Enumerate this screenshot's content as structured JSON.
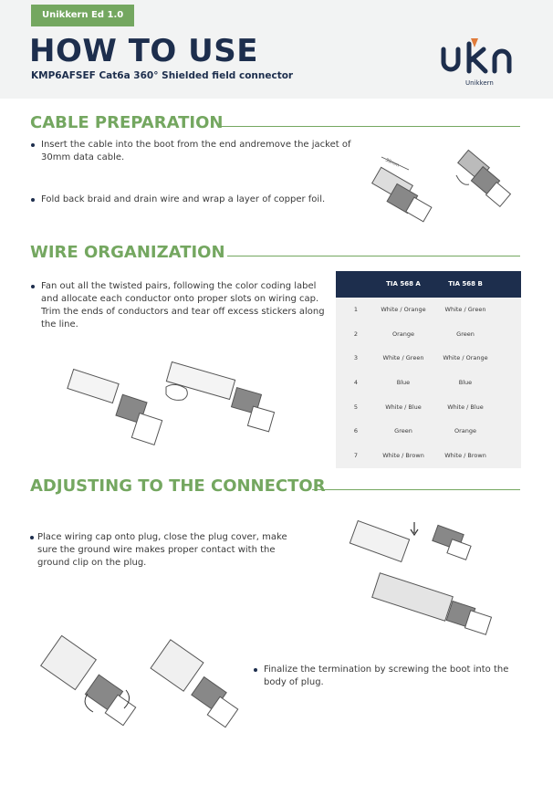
{
  "header": {
    "edition": "Unikkern Ed 1.0",
    "title": "HOW TO USE",
    "subtitle": "KMP6AFSEF Cat6a 360° Shielded field connector",
    "logo_text": "Unikkern",
    "logo_name": "ukn-logo"
  },
  "sections": {
    "cable_preparation": {
      "title": "CABLE PREPARATION",
      "bullets": [
        "Insert the cable into the boot from the end andremove the jacket of 30mm data cable.",
        "Fold back braid and drain wire and wrap a layer of copper foil."
      ],
      "dimension_label": "30mm"
    },
    "wire_organization": {
      "title": "WIRE ORGANIZATION",
      "bullets": [
        "Fan out all the twisted pairs, following the color coding label and allocate each conductor onto proper slots on wiring cap. Trim the ends of conductors and tear off excess stickers along the line."
      ]
    },
    "adjusting": {
      "title": "ADJUSTING TO THE CONNECTOR",
      "bullets": [
        "Place wiring cap onto plug, close the plug cover, make sure the ground wire makes proper contact with the ground clip on the plug.",
        "Finalize the termination by screwing the boot into the body of plug."
      ]
    }
  },
  "tia_table": {
    "headers": [
      "",
      "TIA 568 A",
      "TIA 568 B"
    ],
    "rows": [
      [
        "1",
        "White / Orange",
        "White / Green"
      ],
      [
        "2",
        "Orange",
        "Green"
      ],
      [
        "3",
        "White / Green",
        "White / Orange"
      ],
      [
        "4",
        "Blue",
        "Blue"
      ],
      [
        "5",
        "White / Blue",
        "White / Blue"
      ],
      [
        "6",
        "Green",
        "Orange"
      ],
      [
        "7",
        "White / Brown",
        "White / Brown"
      ]
    ]
  },
  "colors": {
    "accent_green": "#74a760",
    "navy": "#1d2e4d",
    "logo_orange": "#e07b3a"
  }
}
